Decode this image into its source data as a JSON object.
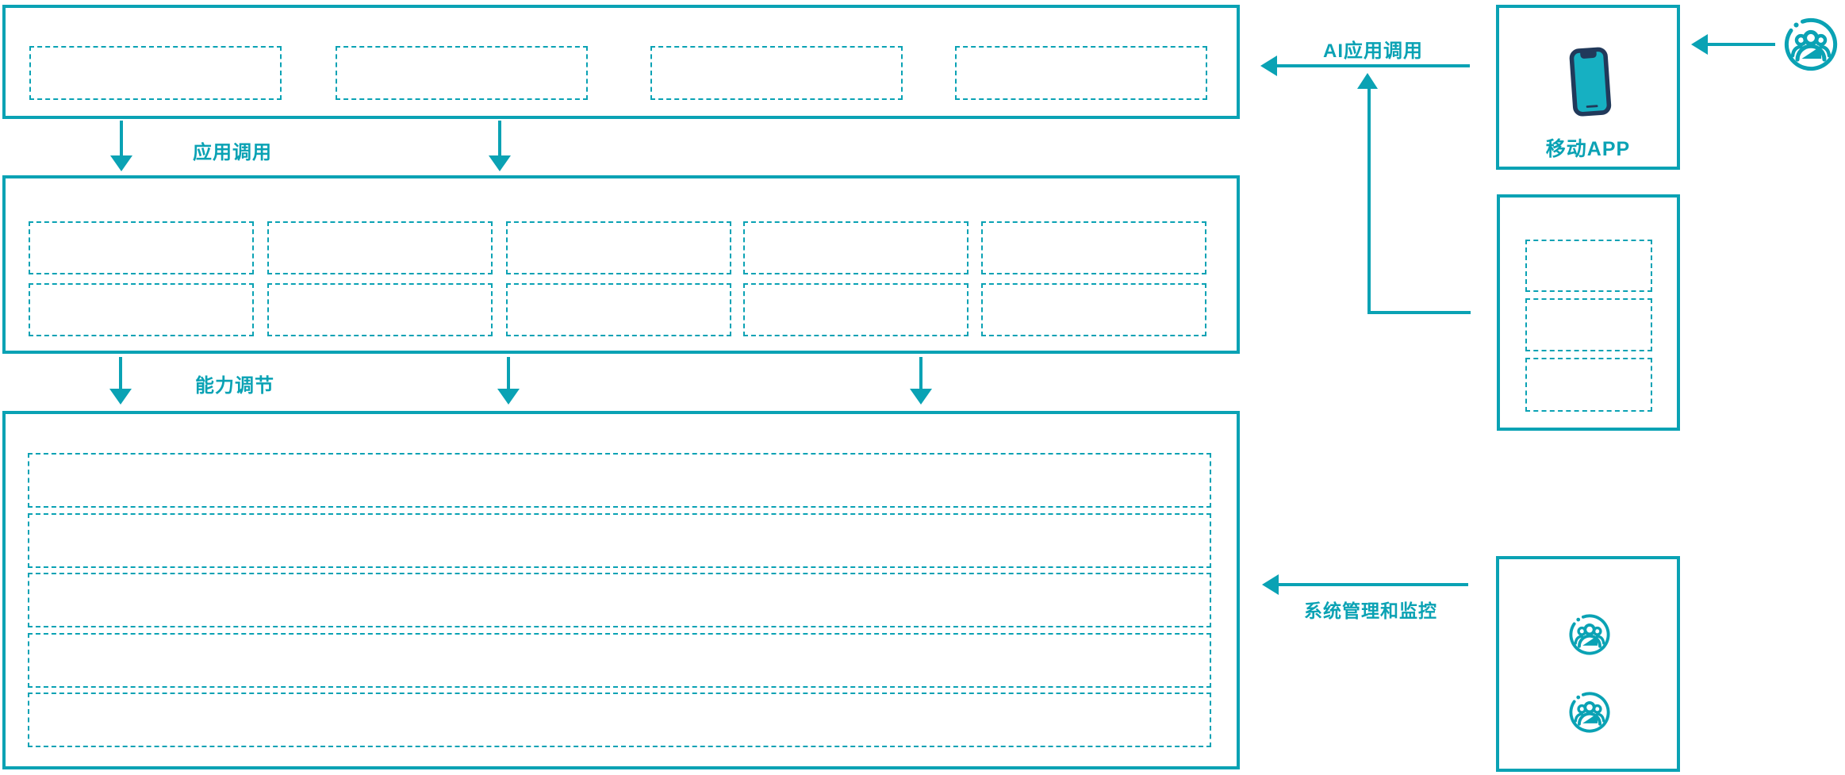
{
  "colors": {
    "accent": "#0aa2b4",
    "phone_outline": "#21395a",
    "phone_screen": "#16b0c2"
  },
  "labels": {
    "app_call": "应用调用",
    "capability_adjust": "能力调节",
    "ai_app_call": "AI应用调用",
    "mobile_app": "移动APP",
    "system_management": "系统管理和监控"
  },
  "icons": {
    "user_group": "user-group-icon",
    "smartphone": "smartphone-icon"
  },
  "structure": {
    "top_layer_placeholders": 4,
    "middle_layer_rows": 2,
    "middle_layer_columns": 5,
    "bottom_layer_rows": 5,
    "right_tools_placeholders": 3,
    "admin_box_user_icons": 2
  }
}
